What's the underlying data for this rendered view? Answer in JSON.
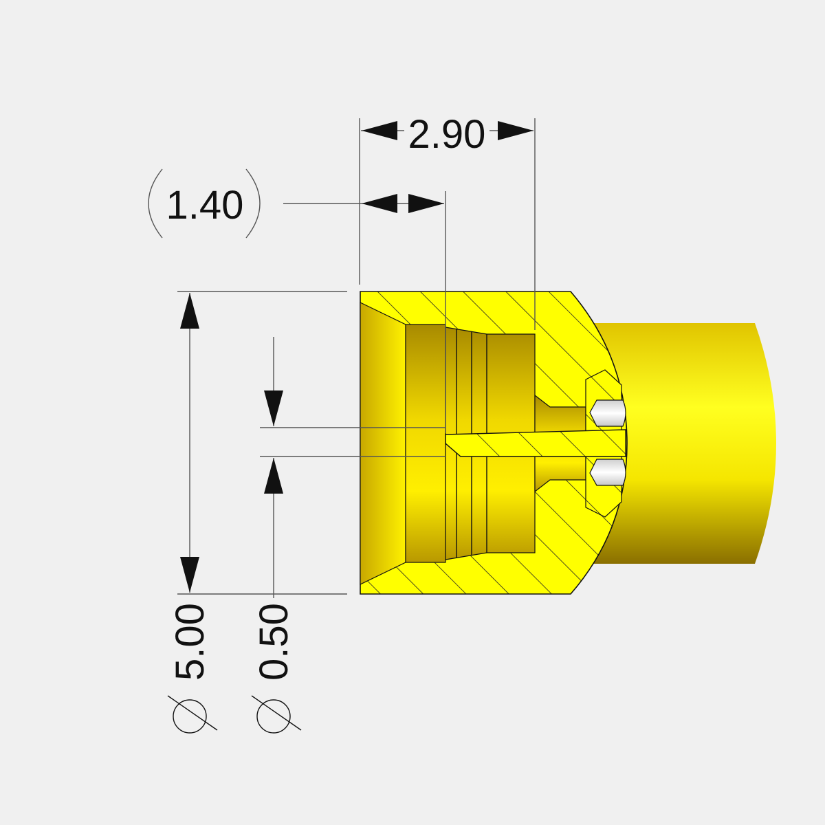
{
  "dimensions": {
    "length_total": "2.90",
    "length_ref": "1.40",
    "diameter_outer": "5.00",
    "diameter_hole": "0.50"
  },
  "colors": {
    "background": "#f0f0f0",
    "yellow": "#ffff00",
    "gold": "#e0c000",
    "line": "#111111"
  }
}
